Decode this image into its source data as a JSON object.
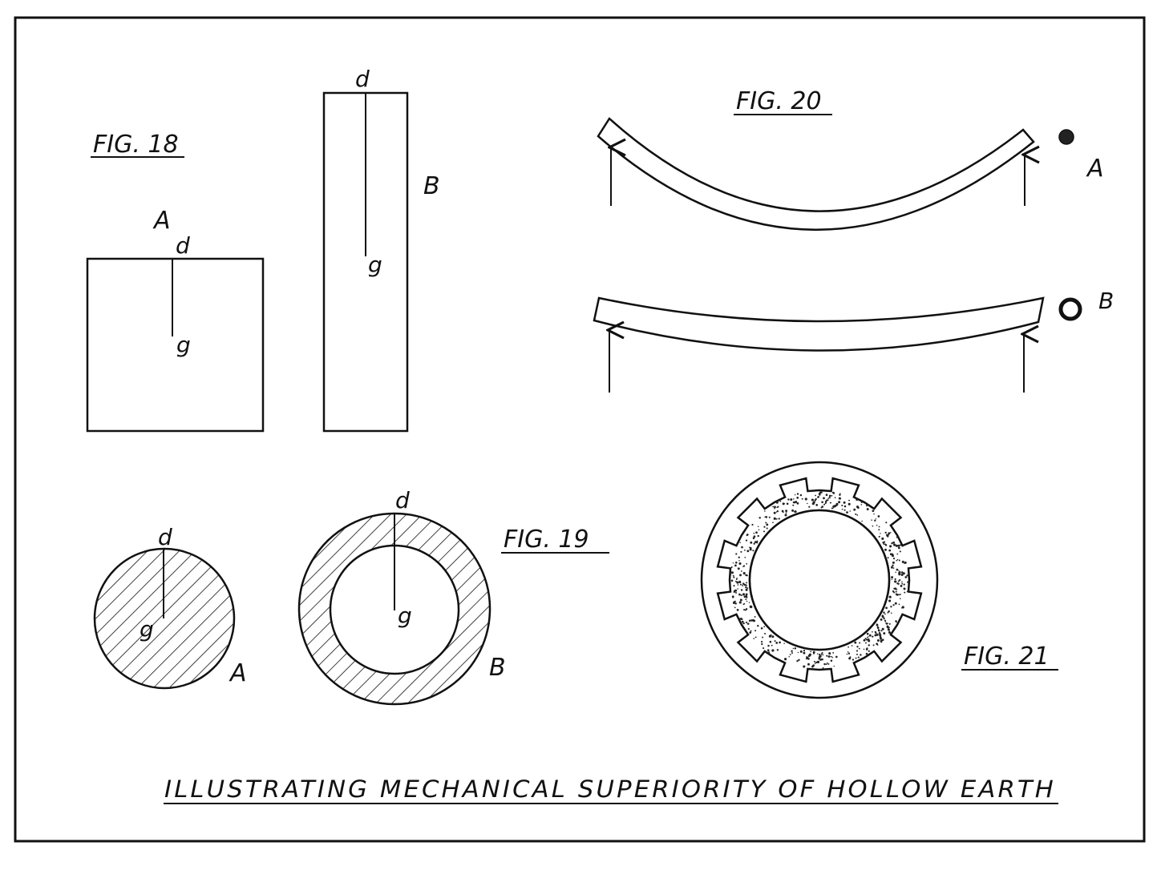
{
  "figures": {
    "fig18": {
      "title": "FIG. 18",
      "block_a": {
        "letter": "A",
        "top_mark": "d",
        "center_mark": "g"
      },
      "block_b": {
        "letter": "B",
        "top_mark": "d",
        "center_mark": "g"
      }
    },
    "fig19": {
      "title": "FIG. 19",
      "solid": {
        "letter": "A",
        "top_mark": "d",
        "center_mark": "g"
      },
      "hollow": {
        "letter": "B",
        "top_mark": "d",
        "center_mark": "g"
      }
    },
    "fig20": {
      "title": "FIG. 20",
      "solid_rod_letter": "A",
      "hollow_tube_letter": "B"
    },
    "fig21": {
      "title": "FIG. 21"
    }
  },
  "caption": "ILLUSTRATING MECHANICAL SUPERIORITY OF HOLLOW EARTH",
  "colors": {
    "ink": "#111111",
    "paper": "#ffffff"
  }
}
